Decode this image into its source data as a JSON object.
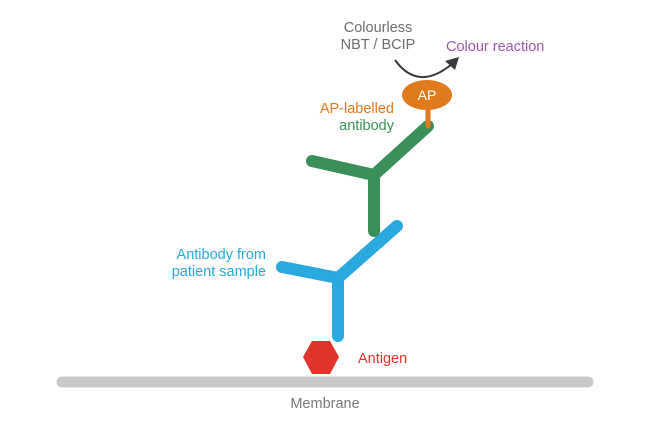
{
  "colors": {
    "antigen": "#e0332b",
    "patient_antibody": "#29a9de",
    "ap_antibody": "#3a8f5a",
    "ap_enzyme": "#e07a1f",
    "reaction": "#9b5aa8",
    "substrate": "#6e6e6e",
    "membrane": "#c9c9c9",
    "membrane_text": "#7a7a7a"
  },
  "labels": {
    "substrate_line1": "Colourless",
    "substrate_line2": "NBT / BCIP",
    "colour_reaction": "Colour reaction",
    "enzyme": "AP",
    "ap_antibody_line1": "AP-labelled",
    "ap_antibody_line2": "antibody",
    "patient_antibody_line1": "Antibody from",
    "patient_antibody_line2": "patient sample",
    "antigen": "Antigen",
    "membrane": "Membrane"
  },
  "icons": [
    "curved-arrow-icon"
  ]
}
